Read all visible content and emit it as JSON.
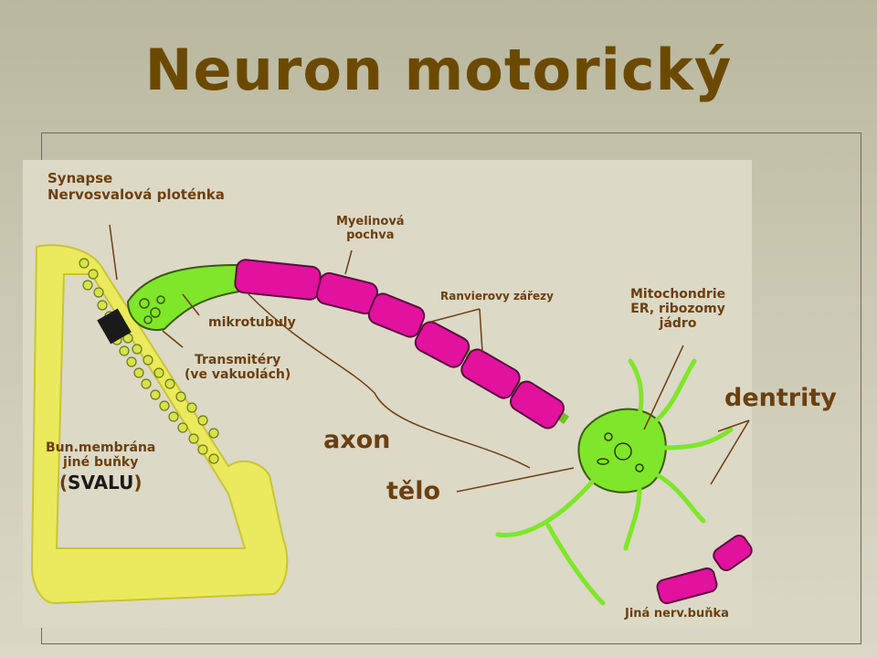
{
  "title": "Neuron motorický",
  "labels": {
    "synapse_line1": "Synapse",
    "synapse_line2": "Nervosvalová ploténka",
    "myelin_line1": "Myelinová",
    "myelin_line2": "pochva",
    "ranvier": "Ranvierovy zářezy",
    "mito_line1": "Mitochondrie",
    "mito_line2": "ER, ribozomy",
    "mito_line3": "jádro",
    "mikrotubuly": "mikrotubuly",
    "transmitery_line1": "Transmitéry",
    "transmitery_line2": "(ve vakuolách)",
    "dentrity": "dentrity",
    "axon": "axon",
    "telo": "tělo",
    "bun_line1": "Bun.membrána",
    "bun_line2": "jiné buňky",
    "svalu_open": "(",
    "svalu": "SVALU",
    "svalu_close": ")",
    "jina": "Jiná nerv.buňka"
  },
  "colors": {
    "title": "#6b4a00",
    "label": "#6b3f10",
    "muscle": "#eaea5c",
    "myelin": "#e2119e",
    "neuron": "#7fe62a",
    "outline": "#3a2a10"
  }
}
